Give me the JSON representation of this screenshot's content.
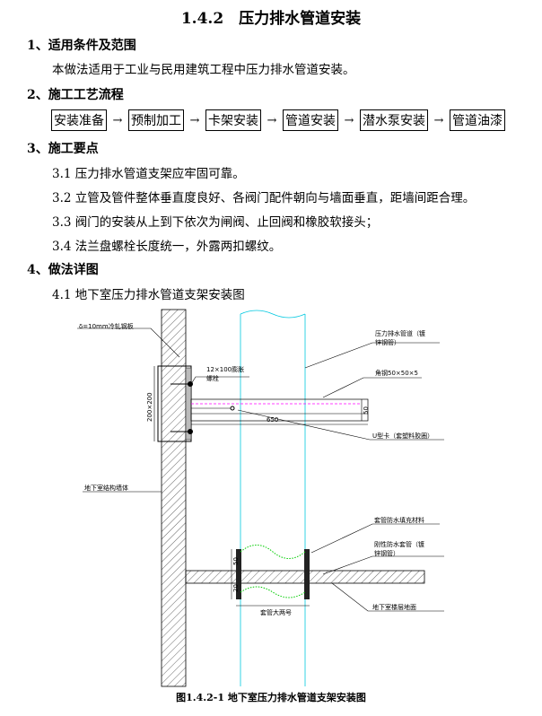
{
  "title": "1.4.2　压力排水管道安装",
  "sections": [
    {
      "heading": "1、适用条件及范围",
      "paragraphs": [
        "本做法适用于工业与民用建筑工程中压力排水管道安装。"
      ]
    },
    {
      "heading": "2、施工工艺流程",
      "flow": [
        "安装准备",
        "预制加工",
        "卡架安装",
        "管道安装",
        "潜水泵安装",
        "管道油漆"
      ],
      "arrow": "→"
    },
    {
      "heading": "3、施工要点",
      "paragraphs": [
        "3.1  压力排水管道支架应牢固可靠。",
        "3.2  立管及管件整体垂直度良好、各阀门配件朝向与墙面垂直，距墙间距合理。",
        "3.3  阀门的安装从上到下依次为闸阀、止回阀和橡胶软接头；",
        "3.4  法兰盘螺栓长度统一，外露两扣螺纹。"
      ]
    },
    {
      "heading": "4、做法详图",
      "paragraphs": [
        "4.1 地下室压力排水管道支架安装图"
      ]
    }
  ],
  "drawing": {
    "plate": "δ=10mm冷轧钢板",
    "bolt_1": "12×100膨胀",
    "bolt_2": "螺栓",
    "plate_size": "200×200",
    "pipe_1": "压力排水管道（镀",
    "pipe_2": "锌钢管）",
    "angle": "角钢50×50×5",
    "dim_50": "50",
    "dim_650": "650",
    "clamp": "U型卡（套塑料胶圈）",
    "wall": "地下室结构墙体",
    "filler": "套管防水填充材料",
    "sleeve_1": "刚性防水套管（镀",
    "sleeve_2": "锌钢管）",
    "dim_50b": "50",
    "dim_20": "20",
    "sleeve_size": "套管大两号",
    "floor": "地下室楼层地面"
  },
  "caption": "图1.4.2-1  地下室压力排水管道支架安装图",
  "colors": {
    "pipe": "#00c8e0",
    "centerline": "#ff00ff",
    "filler": "#00cc00"
  }
}
